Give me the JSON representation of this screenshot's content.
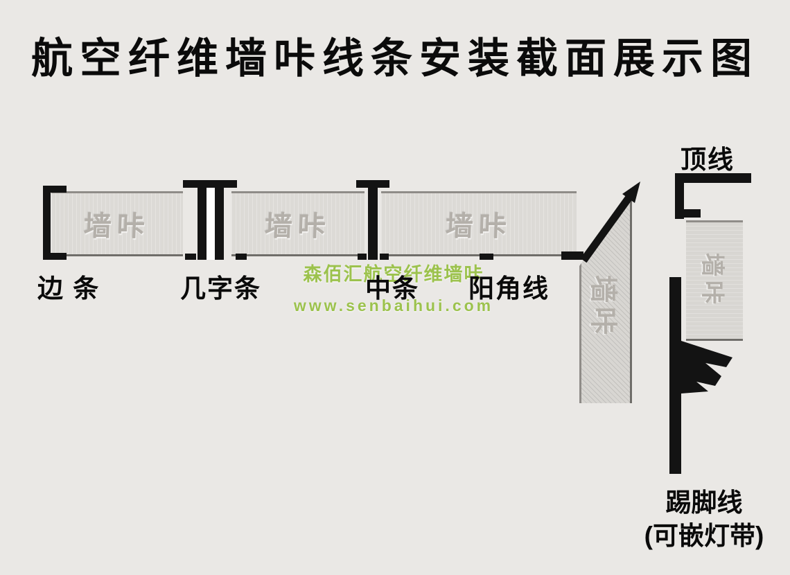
{
  "title": "航空纤维墙咔线条安装截面展示图",
  "diagram": {
    "panel_text": "墙咔",
    "labels": {
      "edge": "边 条",
      "ji": "几字条",
      "mid": "中条",
      "corner": "阳角线",
      "crown": "顶线",
      "skirting": "踢脚线",
      "skirting_note": "(可嵌灯带)"
    }
  },
  "watermark": {
    "brand": "森佰汇航空纤维墙咔",
    "url": "www.senbaihui.com"
  },
  "colors": {
    "background": "#eae8e5",
    "trim": "#131313",
    "panel_fill": "#dcdad6",
    "panel_edge": "#807d79",
    "panel_text": "#b4b0aa",
    "label": "#0a0a0a",
    "watermark_green": "#9cc24d"
  }
}
